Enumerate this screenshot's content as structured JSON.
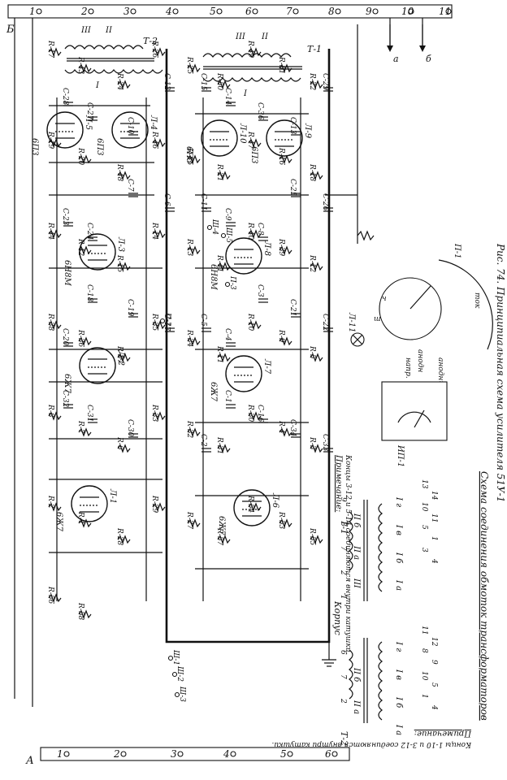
{
  "caption": "Рис. 74. Принципиальная схема усилителя 51У-1",
  "strips": {
    "top_letter": "Б",
    "bottom_letter": "А",
    "top_terminals": [
      "1",
      "2",
      "3",
      "4",
      "5",
      "6",
      "7",
      "8",
      "9",
      "10",
      "11"
    ],
    "bottom_terminals": [
      "1",
      "2",
      "3",
      "4",
      "5",
      "6"
    ],
    "out_a": "a",
    "out_b": "б"
  },
  "transformers": {
    "t2": "Т-2",
    "t1": "Т-1",
    "t2_windings": [
      "I",
      "II",
      "III"
    ],
    "t1_windings": [
      "I",
      "II",
      "III"
    ]
  },
  "tubes": [
    {
      "name": "Л-5",
      "type": "6П3"
    },
    {
      "name": "Л-4",
      "type": "6П3"
    },
    {
      "name": "Л-10",
      "type": "6П3"
    },
    {
      "name": "Л-9",
      "type": "6П3"
    },
    {
      "name": "Л-3",
      "type": "6Н8М"
    },
    {
      "name": "Л-8",
      "type": "6Н8М"
    },
    {
      "name": "Л-2",
      "type": "6Ж7"
    },
    {
      "name": "Л-7",
      "type": "6Ж7"
    },
    {
      "name": "Л-1",
      "type": "6Ж7"
    },
    {
      "name": "Л-6",
      "type": "6Ж7"
    }
  ],
  "resistors": [
    "R-17",
    "R-43",
    "R-24",
    "R-26",
    "R-25",
    "R-50",
    "R-49",
    "R-51",
    "R-22",
    "R-19",
    "R-20",
    "R-48",
    "R-46",
    "R-45",
    "R-21",
    "R-47",
    "R-16",
    "R-18",
    "R-44",
    "R-42",
    "R-15",
    "R-14",
    "R-13",
    "R-41",
    "R-40",
    "R-39",
    "R-12",
    "R-38",
    "R-36",
    "R-37",
    "R-35",
    "R-34",
    "R-11",
    "R-10",
    "R-9",
    "R-5",
    "R-8",
    "R-7",
    "R-6",
    "R-33",
    "R-32",
    "R-31",
    "R-30",
    "R-4",
    "R-3",
    "R-2",
    "R-1",
    "R-28",
    "R-29",
    "R-27",
    "R-57",
    "R-54",
    "R-53",
    "R-55",
    "R-56",
    "R-58"
  ],
  "capacitors": [
    "С-15",
    "С-14",
    "С-36",
    "С-13",
    "С-29",
    "С-28",
    "С-27",
    "С-10",
    "С-12",
    "С-11",
    "С-9",
    "С-8",
    "С-25",
    "С-26",
    "С-23",
    "С-24",
    "С-7",
    "С-6",
    "С-5",
    "С-4",
    "С-3",
    "С-21",
    "С-22",
    "С-20",
    "С-18",
    "С-19",
    "С-17",
    "С-2",
    "С-1",
    "С-16",
    "С-34",
    "С-33",
    "С-32",
    "С-31",
    "С-30"
  ],
  "switches": [
    "П-1",
    "П-2",
    "П-3",
    "Ш-1",
    "Ш-2",
    "Ш-3",
    "Ш-4",
    "Ш-5"
  ],
  "meter": "ИП-1",
  "lamp": "Л-11",
  "chassis": "Корпус",
  "selector_labels": [
    "анодн",
    "напр.",
    "анодный",
    "ток",
    "ш",
    "ч"
  ],
  "note_upper_title": "Примечание:",
  "note_upper_text": "Концы 3-12 и 5-14 соединяются внутри катушки.",
  "note_lower_title": "Примечание:",
  "note_lower_text": "Концы 1-10 и 3-12 соединяются внутри катушки.",
  "bottom_title": "Схема соединения обмоток трансформаторов",
  "wiring_t1": {
    "label": "Т-1",
    "primary_pins": [
      "13",
      "14",
      "10",
      "11",
      "5",
      "1",
      "3",
      "4"
    ],
    "primary_names": [
      "I г",
      "I в",
      "I б",
      "I а"
    ],
    "secondary_pins": [
      "9",
      "8",
      "7",
      "2",
      "1"
    ],
    "secondary_names": [
      "II б",
      "II а",
      "III"
    ]
  },
  "wiring_t2": {
    "label": "Т-2",
    "primary_pins": [
      "11",
      "12",
      "8",
      "9",
      "10",
      "5",
      "1",
      "4"
    ],
    "primary_names": [
      "I г",
      "I в",
      "I б",
      "I а"
    ],
    "secondary_pins": [
      "6",
      "7",
      "2"
    ],
    "secondary_names": [
      "II б",
      "II а"
    ]
  }
}
